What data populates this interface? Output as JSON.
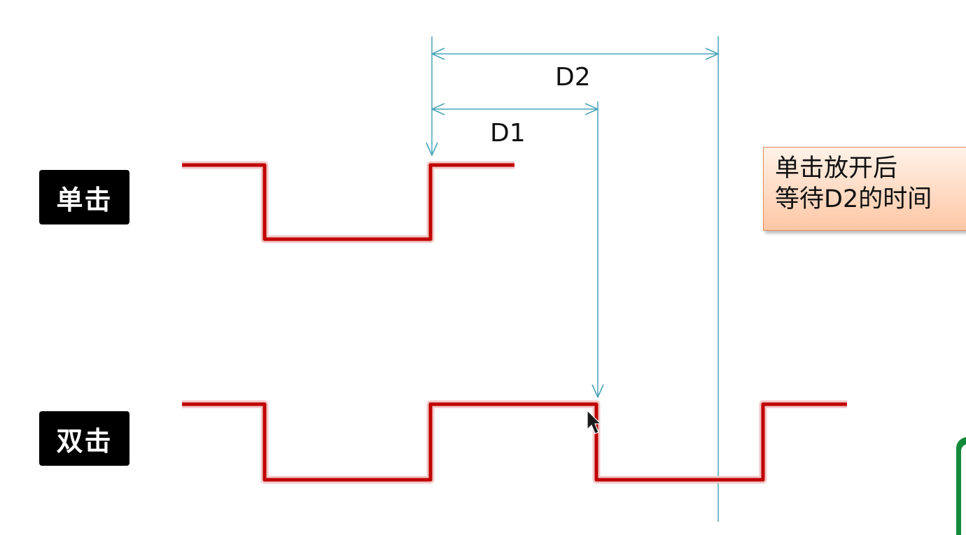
{
  "labels": {
    "single_click": "单击",
    "double_click": "双击"
  },
  "dimensions": {
    "d1": "D1",
    "d2": "D2"
  },
  "note": {
    "line1": "单击放开后",
    "line2": "等待D2的时间"
  },
  "colors": {
    "waveform": "#c00000",
    "dimension_line": "#4aa3b8",
    "label_background": "#000000",
    "note_background_top": "#fff2e8",
    "note_background_bottom": "#ffc7a5",
    "side_edge": "#138a3a"
  },
  "icons": {
    "cursor": "mouse-pointer-icon"
  }
}
